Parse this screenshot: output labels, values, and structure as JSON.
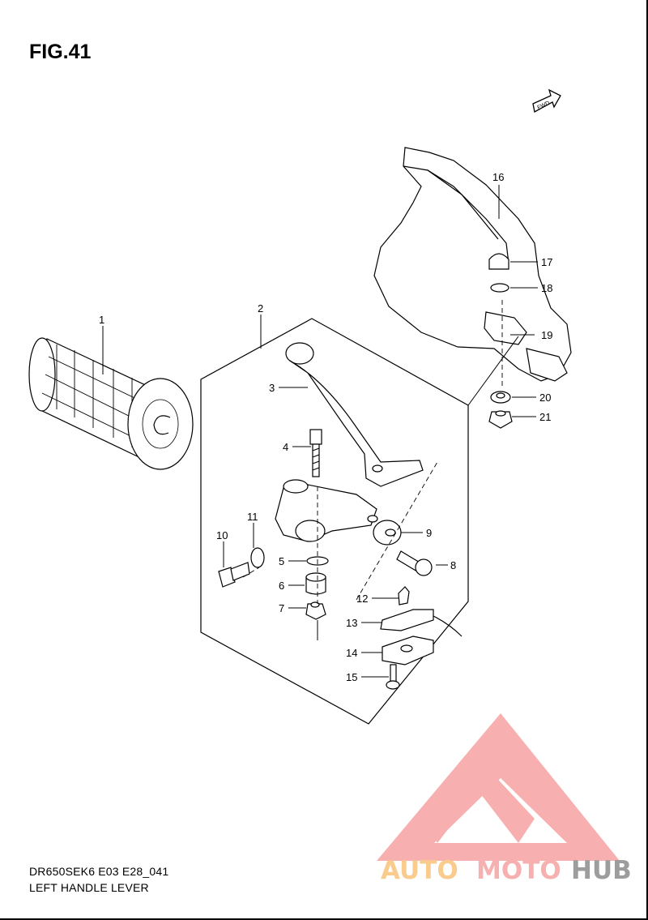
{
  "figure": {
    "title": "FIG.41"
  },
  "fwd_label": "FWD",
  "callouts": [
    "1",
    "2",
    "3",
    "4",
    "5",
    "6",
    "7",
    "8",
    "9",
    "10",
    "11",
    "12",
    "13",
    "14",
    "15",
    "16",
    "17",
    "18",
    "19",
    "20",
    "21"
  ],
  "footer": {
    "code": "DR650SEK6 E03 E28_041",
    "name": "LEFT HANDLE LEVER"
  },
  "watermark": {
    "part1": "AUTO",
    "part2": "MOTO",
    "part3": "HUB",
    "colors": {
      "triangle": "#f7a2a2",
      "auto": "#f8c27a",
      "moto": "#f5a3a3",
      "hub": "#8c8c8c"
    }
  }
}
